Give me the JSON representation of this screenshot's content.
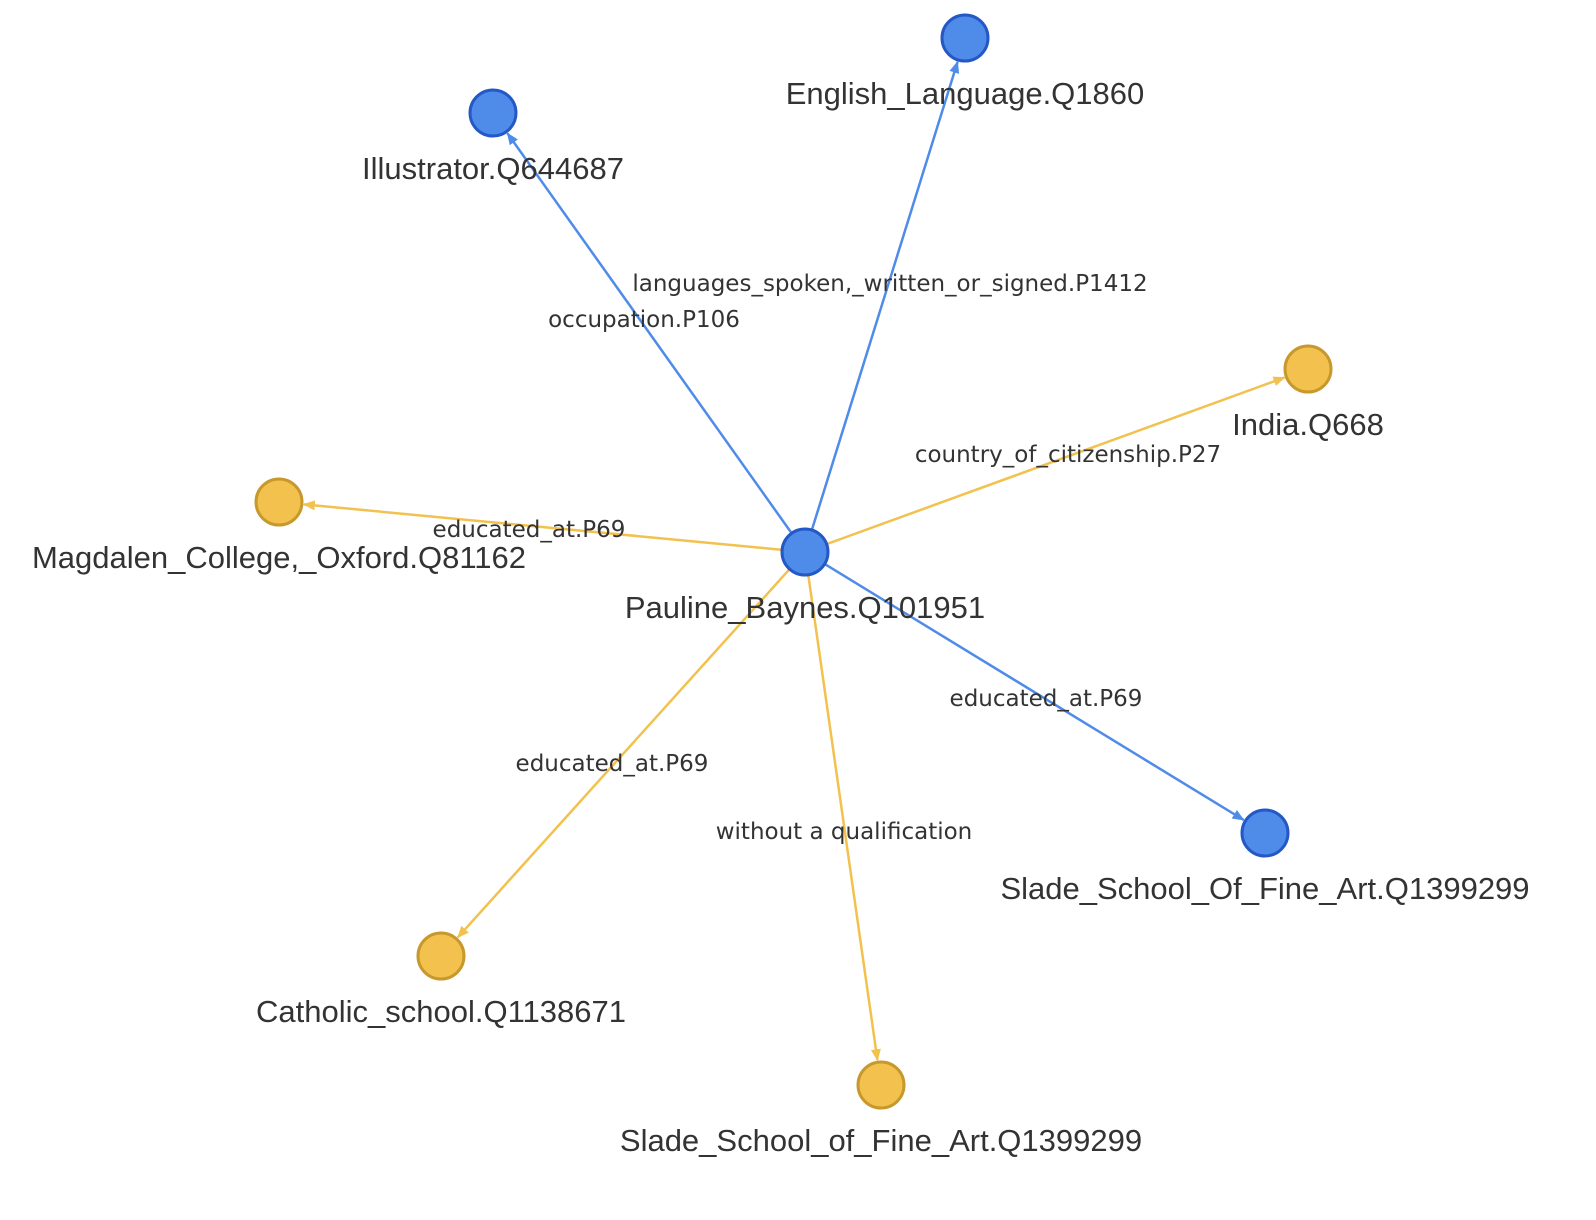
{
  "colors": {
    "blue_fill": "#4f8be8",
    "blue_stroke": "#2458c6",
    "blue_edge": "#4f8be8",
    "yellow_fill": "#f2c14e",
    "yellow_stroke": "#c7982c",
    "yellow_edge": "#f2c14e",
    "label_text": "#333333"
  },
  "nodes": [
    {
      "id": "pauline",
      "label": "Pauline_Baynes.Q101951",
      "color": "blue"
    },
    {
      "id": "illustrator",
      "label": "Illustrator.Q644687",
      "color": "blue"
    },
    {
      "id": "english",
      "label": "English_Language.Q1860",
      "color": "blue"
    },
    {
      "id": "india",
      "label": "India.Q668",
      "color": "yellow"
    },
    {
      "id": "magdalen",
      "label": "Magdalen_College,_Oxford.Q81162",
      "color": "yellow"
    },
    {
      "id": "slade_blue",
      "label": "Slade_School_Of_Fine_Art.Q1399299",
      "color": "blue"
    },
    {
      "id": "catholic",
      "label": "Catholic_school.Q1138671",
      "color": "yellow"
    },
    {
      "id": "slade_yellow",
      "label": "Slade_School_of_Fine_Art.Q1399299",
      "color": "yellow"
    }
  ],
  "edges": [
    {
      "from": "pauline",
      "to": "illustrator",
      "label": "occupation.P106",
      "color": "blue"
    },
    {
      "from": "pauline",
      "to": "english",
      "label": "languages_spoken,_written_or_signed.P1412",
      "color": "blue"
    },
    {
      "from": "pauline",
      "to": "india",
      "label": "country_of_citizenship.P27",
      "color": "yellow"
    },
    {
      "from": "pauline",
      "to": "magdalen",
      "label": "educated_at.P69",
      "color": "yellow"
    },
    {
      "from": "pauline",
      "to": "slade_blue",
      "label": "educated_at.P69",
      "color": "blue"
    },
    {
      "from": "pauline",
      "to": "catholic",
      "label": "educated_at.P69",
      "color": "yellow"
    },
    {
      "from": "pauline",
      "to": "slade_yellow",
      "label": "without a qualification",
      "color": "yellow"
    }
  ]
}
